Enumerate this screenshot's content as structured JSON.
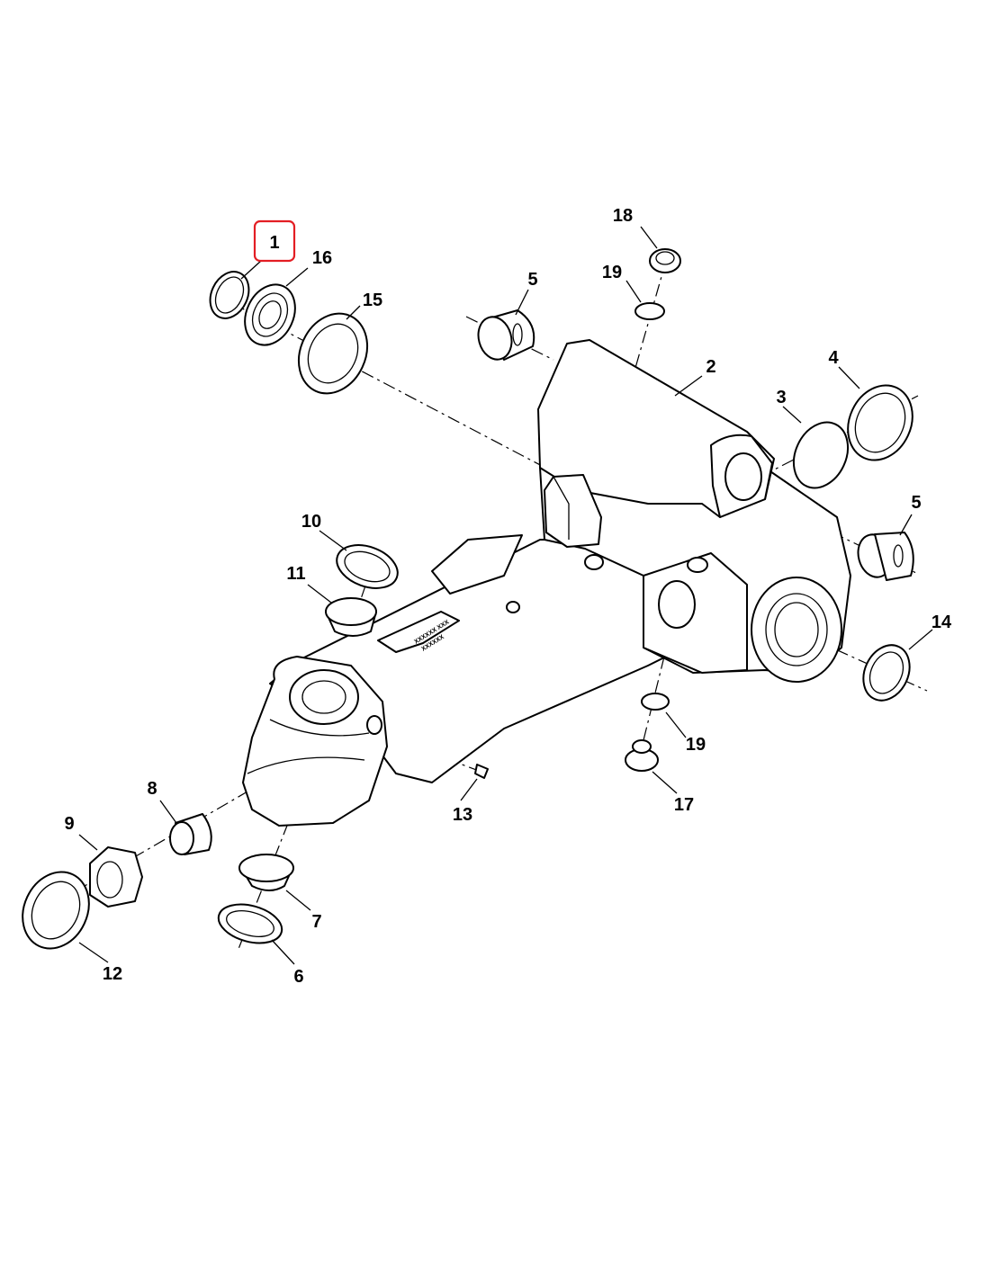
{
  "diagram": {
    "selected_callout": "1",
    "highlight_color": "#e31e24",
    "casting_marking": [
      "XXXXXX XXX",
      "XXXXXX"
    ],
    "callouts": [
      {
        "id": "c1",
        "label": "1"
      },
      {
        "id": "c16",
        "label": "16"
      },
      {
        "id": "c15",
        "label": "15"
      },
      {
        "id": "c18",
        "label": "18"
      },
      {
        "id": "c19a",
        "label": "19"
      },
      {
        "id": "c5a",
        "label": "5"
      },
      {
        "id": "c2",
        "label": "2"
      },
      {
        "id": "c4",
        "label": "4"
      },
      {
        "id": "c3",
        "label": "3"
      },
      {
        "id": "c5b",
        "label": "5"
      },
      {
        "id": "c10",
        "label": "10"
      },
      {
        "id": "c11",
        "label": "11"
      },
      {
        "id": "c14",
        "label": "14"
      },
      {
        "id": "c19b",
        "label": "19"
      },
      {
        "id": "c17",
        "label": "17"
      },
      {
        "id": "c13",
        "label": "13"
      },
      {
        "id": "c8",
        "label": "8"
      },
      {
        "id": "c9",
        "label": "9"
      },
      {
        "id": "c7",
        "label": "7"
      },
      {
        "id": "c12",
        "label": "12"
      },
      {
        "id": "c6",
        "label": "6"
      }
    ]
  }
}
